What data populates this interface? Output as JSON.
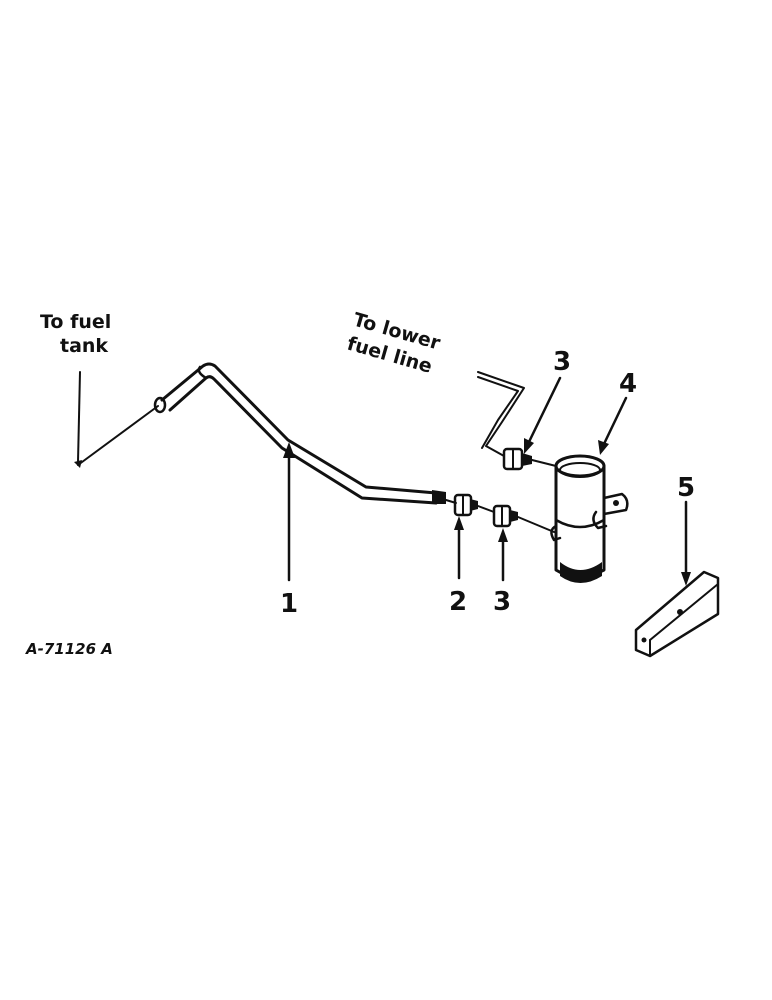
{
  "labels": {
    "fuel_tank_line1": "To fuel",
    "fuel_tank_line2": "tank",
    "lower_line1": "To lower",
    "lower_line2": "fuel line",
    "drawing_number": "A-71126 A"
  },
  "callouts": {
    "c1": "1",
    "c2": "2",
    "c3_lower": "3",
    "c3_upper": "3",
    "c4": "4",
    "c5": "5"
  }
}
